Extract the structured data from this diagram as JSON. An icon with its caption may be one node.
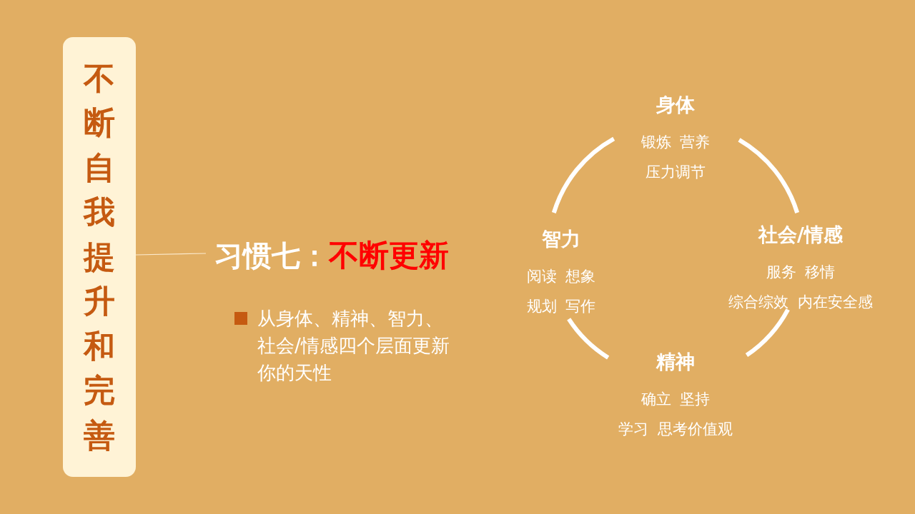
{
  "diagram": {
    "nodes": [
      {
        "text": [
          "不断自我提升和完善"
        ]
      },
      {
        "text": [
          "习惯七：",
          "不断更新"
        ]
      },
      {
        "text": [
          "身体",
          "锻炼 营养",
          "压力调节"
        ]
      },
      {
        "text": [
          "社会/情感",
          "服务 移情",
          "综合综效 内在安全感"
        ]
      },
      {
        "text": [
          "精神",
          "确立 坚持",
          "学习 思考价值观"
        ]
      },
      {
        "text": [
          "智力",
          "阅读 想象",
          "规划 写作"
        ]
      }
    ],
    "edges": [
      {
        "from": 0,
        "to": 1,
        "arrow": "none",
        "color": "#fbe9cc"
      },
      {
        "from": 2,
        "to": 3,
        "arrow": "none"
      },
      {
        "from": 3,
        "to": 4,
        "arrow": "none"
      },
      {
        "from": 4,
        "to": 5,
        "arrow": "none"
      },
      {
        "from": 5,
        "to": 2,
        "arrow": "none"
      }
    ],
    "labels": [
      "从身体、精神、智力、社会/情感四个层面更新你的天性"
    ]
  }
}
